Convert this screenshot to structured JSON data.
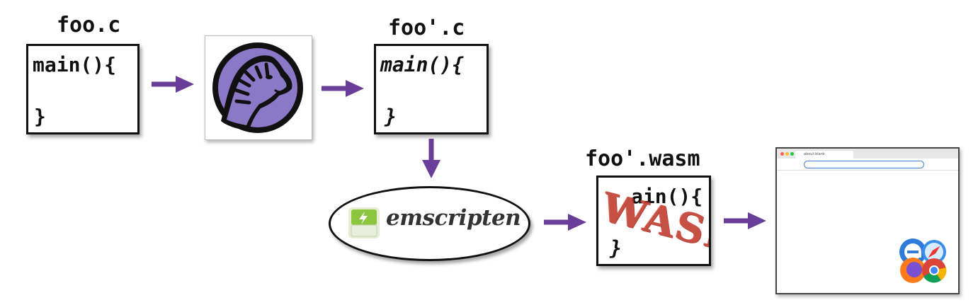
{
  "nodes": {
    "source": {
      "title": "foo.c",
      "line1": "main(){",
      "line2": "}"
    },
    "transformer": {
      "icon": "tiger-head-icon"
    },
    "transformed": {
      "title": "foo'.c",
      "line1": "main(){",
      "line2": "}"
    },
    "compiler": {
      "label": "emscripten",
      "icon": "emscripten-logo-icon"
    },
    "output": {
      "title": "foo'.wasm",
      "line1": "ain(){",
      "line2": "}",
      "stamp": "WASM"
    },
    "browser": {
      "tab_label": "about:blank",
      "icons": [
        "edge-icon",
        "safari-icon",
        "firefox-icon",
        "chrome-icon"
      ]
    }
  },
  "colors": {
    "arrow": "#6a3d9a",
    "tiger_purple": "#8a79c7",
    "stamp_red": "#c0392b"
  }
}
